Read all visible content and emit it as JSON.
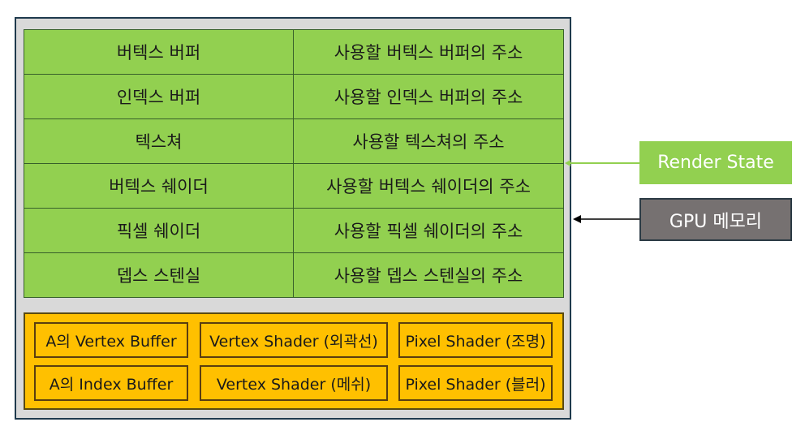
{
  "table": {
    "rows": [
      {
        "left": "버텍스 버퍼",
        "right": "사용할 버텍스 버퍼의 주소"
      },
      {
        "left": "인덱스 버퍼",
        "right": "사용할 인덱스 버퍼의 주소"
      },
      {
        "left": "텍스쳐",
        "right": "사용할 텍스쳐의 주소"
      },
      {
        "left": "버텍스 쉐이더",
        "right": "사용할 버텍스 쉐이더의 주소"
      },
      {
        "left": "픽셀 쉐이더",
        "right": "사용할 픽셀 쉐이더의 주소"
      },
      {
        "left": "뎁스 스텐실",
        "right": "사용할 뎁스 스텐실의 주소"
      }
    ]
  },
  "buffers": {
    "a_vertex": "A의 Vertex Buffer",
    "vs_outline": "Vertex Shader (외곽선)",
    "ps_light": "Pixel Shader (조명)",
    "a_index": "A의 Index Buffer",
    "vs_mesh": "Vertex Shader (메쉬)",
    "ps_blur": "Pixel Shader (블러)"
  },
  "labels": {
    "render_state": "Render State",
    "gpu_memory": "GPU 메모리"
  },
  "colors": {
    "green": "#92d050",
    "orange": "#ffc000",
    "gray": "#767171"
  }
}
